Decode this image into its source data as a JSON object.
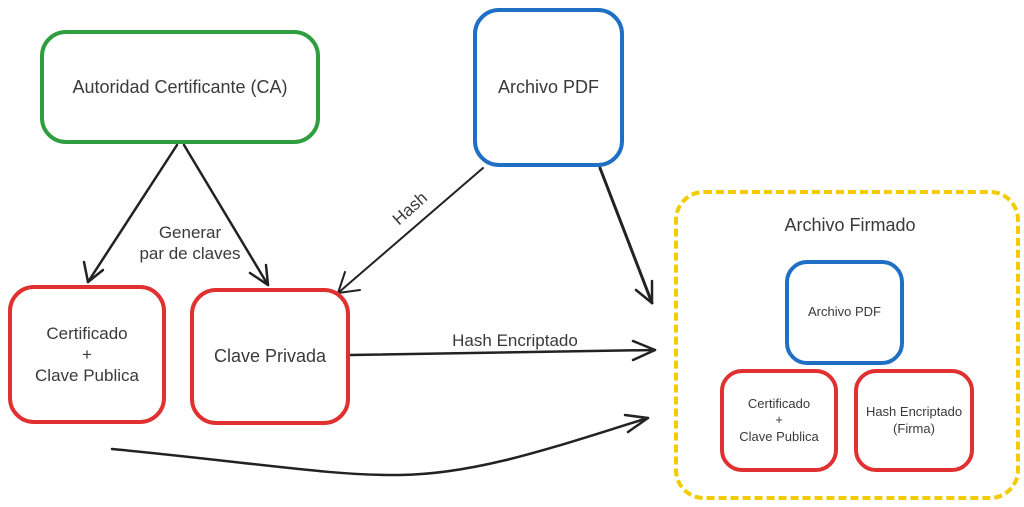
{
  "colors": {
    "ca": "#2e9e3e",
    "pdf": "#1f6fc4",
    "key": "#e03030",
    "signed_container": "#f2cc00",
    "arrow": "#222222"
  },
  "nodes": {
    "ca": "Autoridad Certificante (CA)",
    "pdf": "Archivo PDF",
    "cert_line1": "Certificado",
    "cert_line2": "+",
    "cert_line3": "Clave Publica",
    "private_key": "Clave Privada"
  },
  "signed_file": {
    "title": "Archivo Firmado",
    "pdf": "Archivo PDF",
    "cert_line1": "Certificado",
    "cert_line2": "+",
    "cert_line3": "Clave Publica",
    "hash_line1": "Hash Encriptado",
    "hash_line2": "(Firma)"
  },
  "edges": {
    "generate_line1": "Generar",
    "generate_line2": "par de claves",
    "hash": "Hash",
    "encrypted_hash": "Hash Encriptado"
  }
}
